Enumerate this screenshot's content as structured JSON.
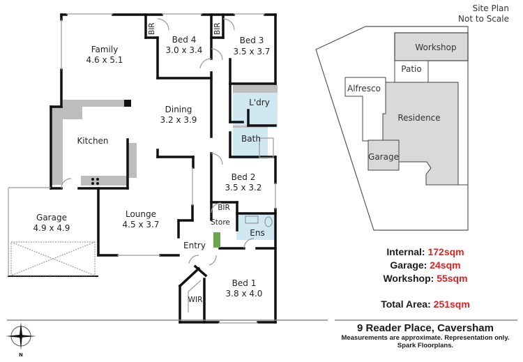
{
  "site_plan": {
    "title": "Site Plan",
    "subtitle": "Not to Scale",
    "labels": {
      "workshop": "Workshop",
      "patio": "Patio",
      "alfresco": "Alfresco",
      "residence": "Residence",
      "garage": "Garage"
    }
  },
  "rooms": {
    "family": {
      "name": "Family",
      "size": "4.6 x 5.1"
    },
    "bed4": {
      "name": "Bed 4",
      "size": "3.0 x 3.4"
    },
    "bed3": {
      "name": "Bed 3",
      "size": "3.5 x 3.7"
    },
    "bir1": {
      "name": "BIR"
    },
    "bir2": {
      "name": "BIR"
    },
    "bir3": {
      "name": "BIR"
    },
    "dining": {
      "name": "Dining",
      "size": "3.2 x 3.9"
    },
    "laundry": {
      "name": "L'dry"
    },
    "bath": {
      "name": "Bath"
    },
    "kitchen": {
      "name": "Kitchen"
    },
    "bed2": {
      "name": "Bed 2",
      "size": "3.5 x 3.2"
    },
    "garage": {
      "name": "Garage",
      "size": "4.9 x 4.9"
    },
    "lounge": {
      "name": "Lounge",
      "size": "4.5 x 3.7"
    },
    "store": {
      "name": "Store"
    },
    "ensuite": {
      "name": "Ens"
    },
    "entry": {
      "name": "Entry"
    },
    "bed1": {
      "name": "Bed 1",
      "size": "3.8 x 4.0"
    },
    "wir": {
      "name": "WIR"
    }
  },
  "areas": {
    "internal": {
      "label": "Internal:",
      "value": "172sqm"
    },
    "garage": {
      "label": "Garage:",
      "value": "24sqm"
    },
    "workshop": {
      "label": "Workshop:",
      "value": "55sqm"
    },
    "total": {
      "label": "Total Area:",
      "value": "251sqm"
    }
  },
  "footer": {
    "address": "9 Reader Place, Caversham",
    "disclaimer": "Measurements are approximate.  Representation only.",
    "company": "Spark Floorplans."
  },
  "compass": {
    "north_label": "N"
  },
  "colors": {
    "wall": "#111111",
    "fixture_gray": "#bdbdbd",
    "wet_area_blue": "#cfe8f2",
    "site_fill": "#d9d9d9",
    "area_value_red": "#e02020"
  }
}
